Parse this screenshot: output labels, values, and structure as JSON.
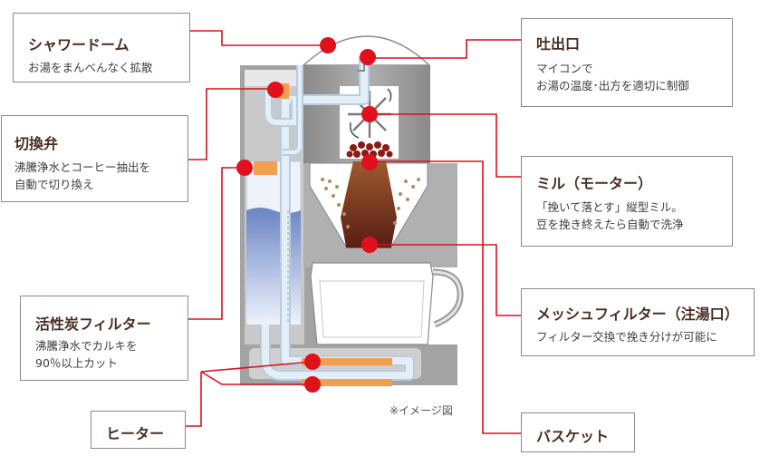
{
  "callouts": {
    "shower_dome": {
      "title": "シャワードーム",
      "desc": [
        "お湯をまんべんなく拡散"
      ]
    },
    "spout": {
      "title": "吐出口",
      "desc": [
        "マイコンで",
        "お湯の温度･出方を適切に制御"
      ]
    },
    "valve": {
      "title": "切換弁",
      "desc": [
        "沸騰浄水とコーヒー抽出を",
        "自動で切り換え"
      ]
    },
    "mill": {
      "title": "ミル（モーター）",
      "desc": [
        "「挽いて落とす」縦型ミル。",
        "豆を挽き終えたら自動で洗浄"
      ]
    },
    "carbon_filter": {
      "title": "活性炭フィルター",
      "desc": [
        "沸騰浄水でカルキを",
        "90％以上カット"
      ]
    },
    "mesh_filter": {
      "title": "メッシュフィルター（注湯口）",
      "desc": [
        "フィルター交換で挽き分けが可能に"
      ]
    },
    "heater": {
      "title": "ヒーター",
      "desc": []
    },
    "basket": {
      "title": "バスケット",
      "desc": []
    }
  },
  "note": "※イメージ図",
  "colors": {
    "leader": "#d7111e",
    "dot": "#e0101c",
    "machine_gray": "#9a9a9a",
    "tube_blue": "#d5e6f3",
    "water_blue": "#6f8bc8",
    "coffee_brown": "#7a3c22",
    "bean_red": "#8b1a14",
    "heater_orange": "#f0a050"
  }
}
